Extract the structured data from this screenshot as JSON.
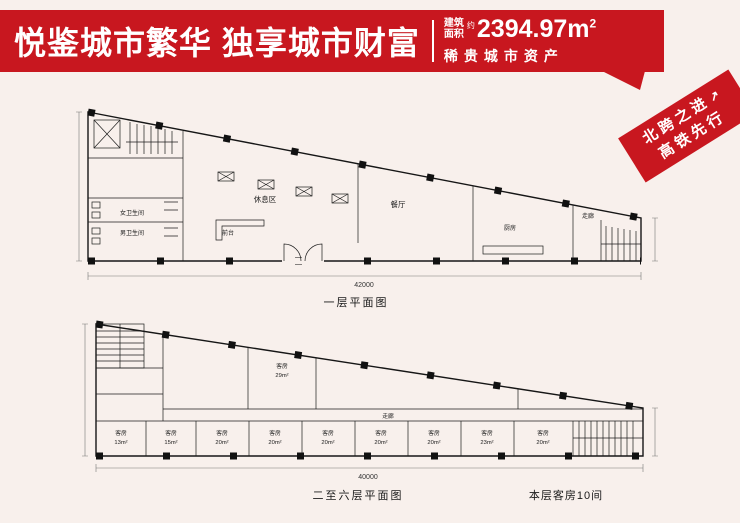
{
  "colors": {
    "accent": "#c8171f",
    "background": "#f8f0ec",
    "line": "#1a1a1a"
  },
  "icons": {
    "northeast_arrow": "↗"
  },
  "header": {
    "title": "悦鉴城市繁华 独享城市财富",
    "area_label_line1": "建筑",
    "area_label_line2": "面积",
    "area_approx": "约",
    "area_value": "2394.97m",
    "area_exponent": "2",
    "subtitle": "稀贵城市资产"
  },
  "ribbon": {
    "line1": "北跨之进",
    "line2": "高铁先行"
  },
  "plan1": {
    "caption": "一层平面图",
    "rooms": {
      "rest_area": "休息区",
      "dining_hall": "餐厅",
      "kitchen": "厨房",
      "front_desk": "前台",
      "women_restroom": "女卫生间",
      "men_restroom": "男卫生间",
      "corridor": "走廊"
    },
    "dimension_bottom": "42000"
  },
  "plan2": {
    "caption": "二至六层平面图",
    "note": "本层客房10间",
    "corridor_label": "走廊",
    "upper_room": {
      "name": "客房",
      "area": "29m²"
    },
    "rooms": [
      {
        "name": "客房",
        "area": "13m²"
      },
      {
        "name": "客房",
        "area": "15m²"
      },
      {
        "name": "客房",
        "area": "20m²"
      },
      {
        "name": "客房",
        "area": "20m²"
      },
      {
        "name": "客房",
        "area": "20m²"
      },
      {
        "name": "客房",
        "area": "20m²"
      },
      {
        "name": "客房",
        "area": "20m²"
      },
      {
        "name": "客房",
        "area": "23m²"
      },
      {
        "name": "客房",
        "area": "20m²"
      }
    ],
    "dimension_bottom": "40000"
  }
}
